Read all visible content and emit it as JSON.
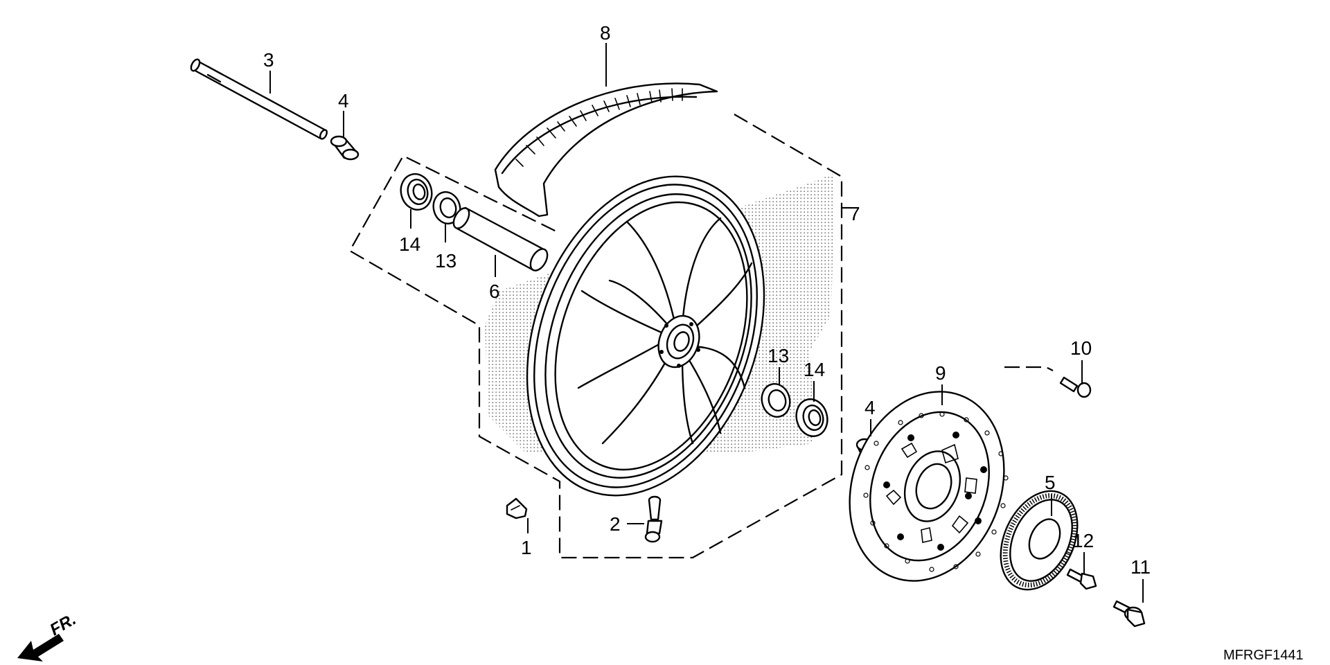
{
  "diagram": {
    "drawing_code": "MFRGF1441",
    "direction_indicator": "FR.",
    "parts": [
      {
        "id": "p1",
        "label": "1"
      },
      {
        "id": "p2",
        "label": "2"
      },
      {
        "id": "p3",
        "label": "3"
      },
      {
        "id": "p4a",
        "label": "4"
      },
      {
        "id": "p4b",
        "label": "4"
      },
      {
        "id": "p5",
        "label": "5"
      },
      {
        "id": "p6",
        "label": "6"
      },
      {
        "id": "p7",
        "label": "7"
      },
      {
        "id": "p8",
        "label": "8"
      },
      {
        "id": "p9",
        "label": "9"
      },
      {
        "id": "p10",
        "label": "10"
      },
      {
        "id": "p11",
        "label": "11"
      },
      {
        "id": "p12",
        "label": "12"
      },
      {
        "id": "p13a",
        "label": "13"
      },
      {
        "id": "p13b",
        "label": "13"
      },
      {
        "id": "p14a",
        "label": "14"
      },
      {
        "id": "p14b",
        "label": "14"
      }
    ]
  }
}
